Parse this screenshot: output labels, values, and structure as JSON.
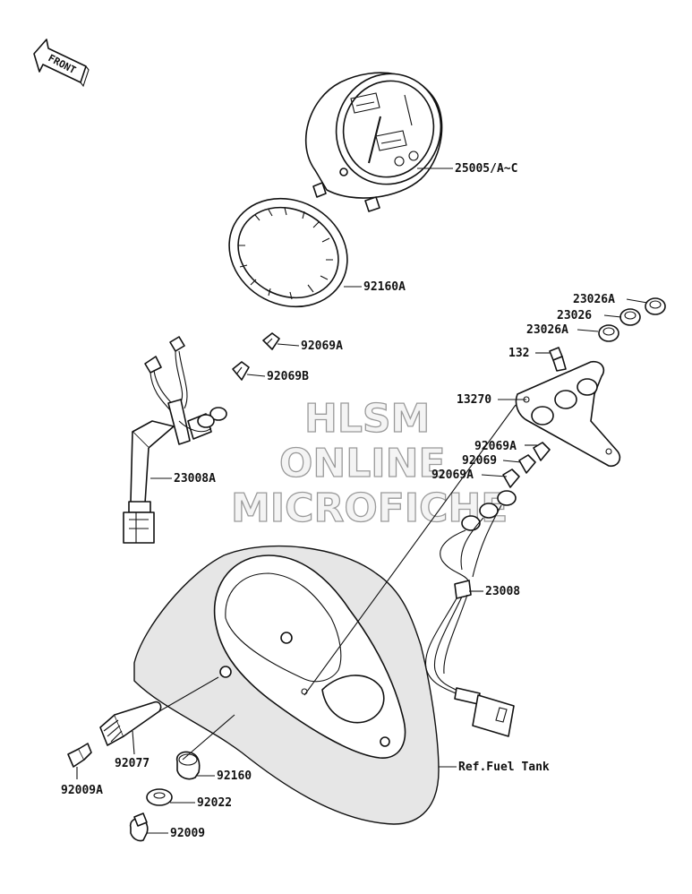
{
  "front_arrow": {
    "label": "FRONT"
  },
  "watermark": {
    "line1": "HLSM",
    "line2": "ONLINE",
    "line3": "MICROFICHE"
  },
  "parts": [
    {
      "id": "p1",
      "label": "25005/A~C"
    },
    {
      "id": "p2",
      "label": "92160A"
    },
    {
      "id": "p3",
      "label": "92069A"
    },
    {
      "id": "p4",
      "label": "92069B"
    },
    {
      "id": "p5",
      "label": "23026A"
    },
    {
      "id": "p6",
      "label": "23026"
    },
    {
      "id": "p7",
      "label": "23026A"
    },
    {
      "id": "p8",
      "label": "132"
    },
    {
      "id": "p9",
      "label": "13270"
    },
    {
      "id": "p10",
      "label": "92069A"
    },
    {
      "id": "p11",
      "label": "92069"
    },
    {
      "id": "p12",
      "label": "92069A"
    },
    {
      "id": "p13",
      "label": "23008A"
    },
    {
      "id": "p14",
      "label": "23008"
    },
    {
      "id": "p15",
      "label": "Ref.Fuel Tank"
    },
    {
      "id": "p16",
      "label": "92077"
    },
    {
      "id": "p17",
      "label": "92160"
    },
    {
      "id": "p18",
      "label": "92009A"
    },
    {
      "id": "p19",
      "label": "92022"
    },
    {
      "id": "p20",
      "label": "92009"
    }
  ]
}
